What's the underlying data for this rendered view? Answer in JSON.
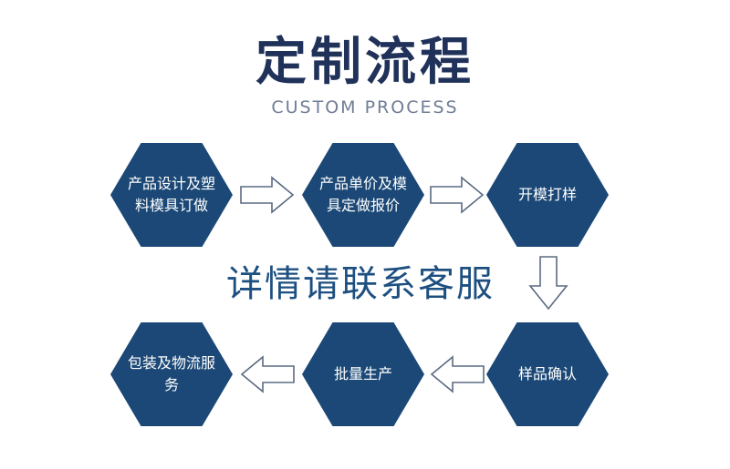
{
  "header": {
    "title": "定制流程",
    "subtitle": "CUSTOM PROCESS"
  },
  "steps": [
    {
      "label": "产品设计及塑料模具订做"
    },
    {
      "label": "产品单价及模具定做报价"
    },
    {
      "label": "开模打样"
    },
    {
      "label": "样品确认"
    },
    {
      "label": "批量生产"
    },
    {
      "label": "包装及物流服务"
    }
  ],
  "contact_text": "详情请联系客服",
  "colors": {
    "hex_fill": "#1b4876",
    "title": "#21325a",
    "arrow_stroke": "#5b6b82"
  }
}
